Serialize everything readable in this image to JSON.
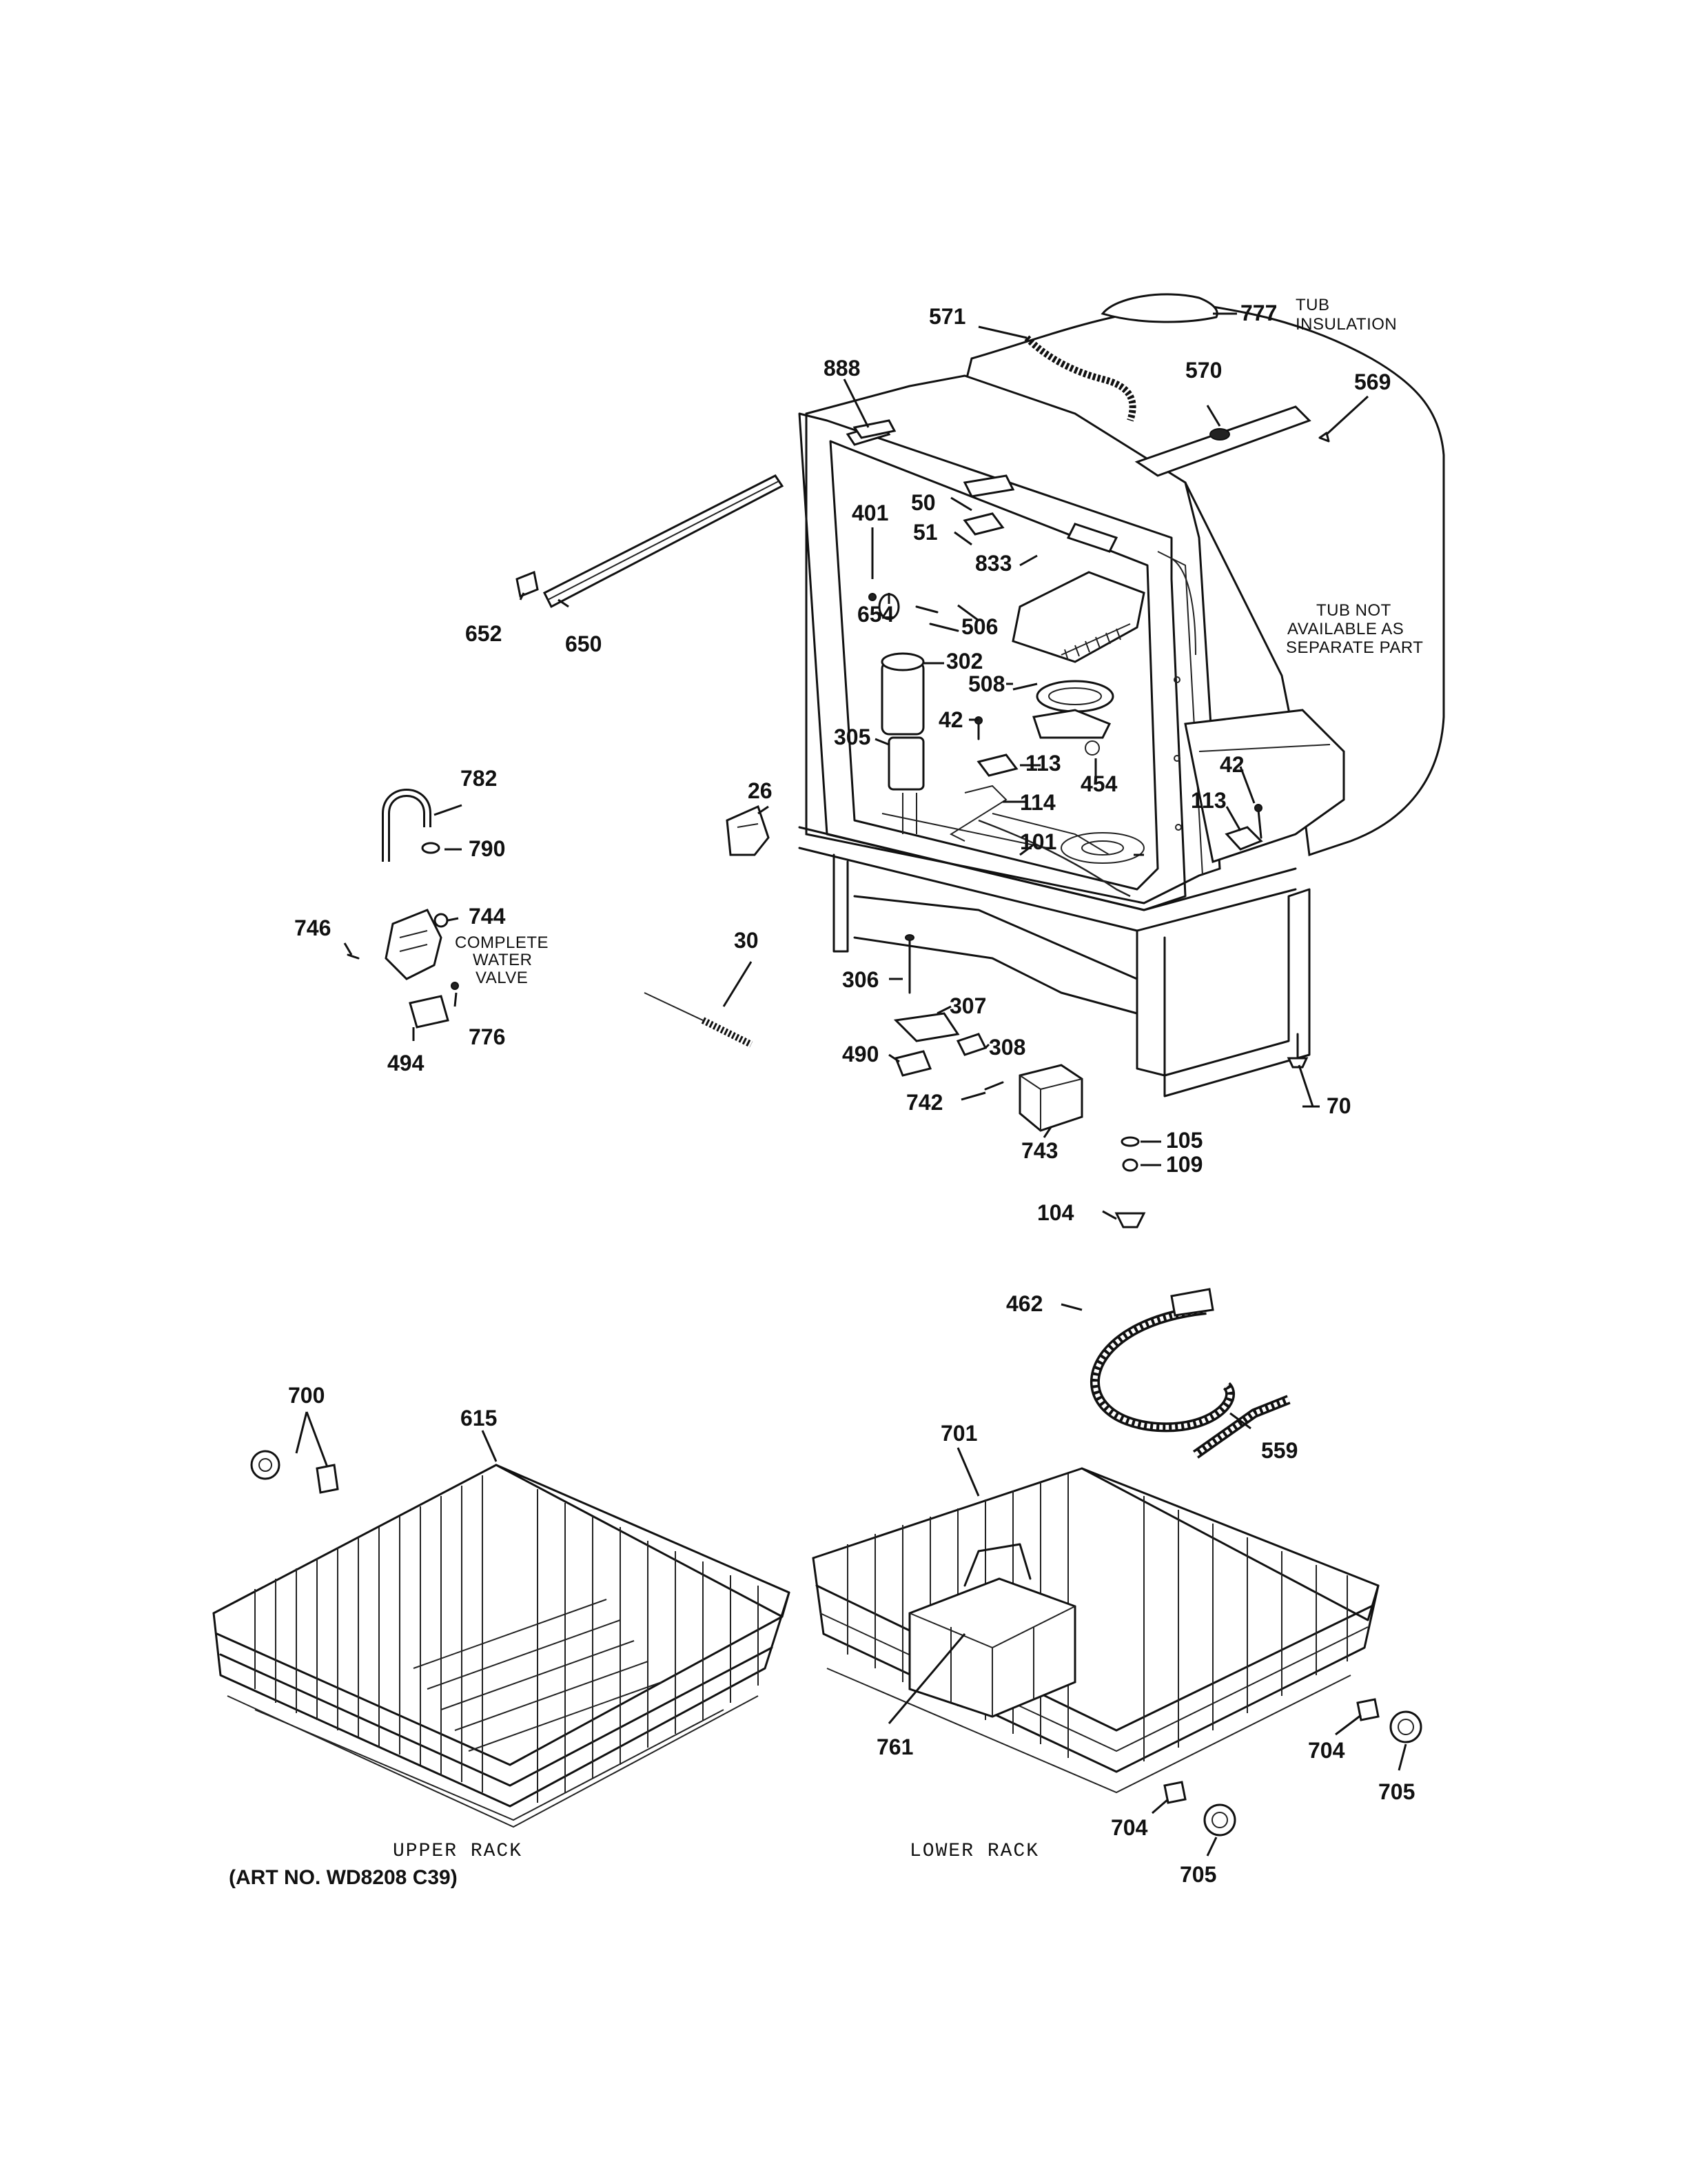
{
  "callouts": [
    {
      "id": "c571",
      "label": "571"
    },
    {
      "id": "c777",
      "label": "777"
    },
    {
      "id": "c888",
      "label": "888"
    },
    {
      "id": "c570",
      "label": "570"
    },
    {
      "id": "c569",
      "label": "569"
    },
    {
      "id": "c50",
      "label": "50"
    },
    {
      "id": "c401",
      "label": "401"
    },
    {
      "id": "c51",
      "label": "51"
    },
    {
      "id": "c833",
      "label": "833"
    },
    {
      "id": "c654",
      "label": "654"
    },
    {
      "id": "c506",
      "label": "506"
    },
    {
      "id": "c302",
      "label": "302"
    },
    {
      "id": "c508",
      "label": "508"
    },
    {
      "id": "c42a",
      "label": "42"
    },
    {
      "id": "c305",
      "label": "305"
    },
    {
      "id": "c113a",
      "label": "113"
    },
    {
      "id": "c454",
      "label": "454"
    },
    {
      "id": "c114",
      "label": "114"
    },
    {
      "id": "c42b",
      "label": "42"
    },
    {
      "id": "c113b",
      "label": "113"
    },
    {
      "id": "c101",
      "label": "101"
    },
    {
      "id": "c652",
      "label": "652"
    },
    {
      "id": "c650",
      "label": "650"
    },
    {
      "id": "c782",
      "label": "782"
    },
    {
      "id": "c790",
      "label": "790"
    },
    {
      "id": "c26",
      "label": "26"
    },
    {
      "id": "c746",
      "label": "746"
    },
    {
      "id": "c744",
      "label": "744"
    },
    {
      "id": "c30",
      "label": "30"
    },
    {
      "id": "c306",
      "label": "306"
    },
    {
      "id": "c307",
      "label": "307"
    },
    {
      "id": "c776",
      "label": "776"
    },
    {
      "id": "c494",
      "label": "494"
    },
    {
      "id": "c490",
      "label": "490"
    },
    {
      "id": "c308",
      "label": "308"
    },
    {
      "id": "c742",
      "label": "742"
    },
    {
      "id": "c743",
      "label": "743"
    },
    {
      "id": "c70",
      "label": "70"
    },
    {
      "id": "c105",
      "label": "105"
    },
    {
      "id": "c109",
      "label": "109"
    },
    {
      "id": "c104",
      "label": "104"
    },
    {
      "id": "c462",
      "label": "462"
    },
    {
      "id": "c559",
      "label": "559"
    },
    {
      "id": "c700",
      "label": "700"
    },
    {
      "id": "c615",
      "label": "615"
    },
    {
      "id": "c701",
      "label": "701"
    },
    {
      "id": "c761",
      "label": "761"
    },
    {
      "id": "c704a",
      "label": "704"
    },
    {
      "id": "c705a",
      "label": "705"
    },
    {
      "id": "c704b",
      "label": "704"
    },
    {
      "id": "c705b",
      "label": "705"
    }
  ],
  "notes": {
    "tub_insulation": [
      "TUB",
      "INSULATION"
    ],
    "tub_not_available": [
      "TUB NOT",
      "AVAILABLE AS",
      "SEPARATE PART"
    ],
    "complete_water_valve": [
      "COMPLETE",
      "WATER",
      "VALVE"
    ]
  },
  "captions": {
    "upper_rack": "UPPER RACK",
    "lower_rack": "LOWER RACK",
    "art_no": "(ART NO. WD8208 C39)"
  }
}
